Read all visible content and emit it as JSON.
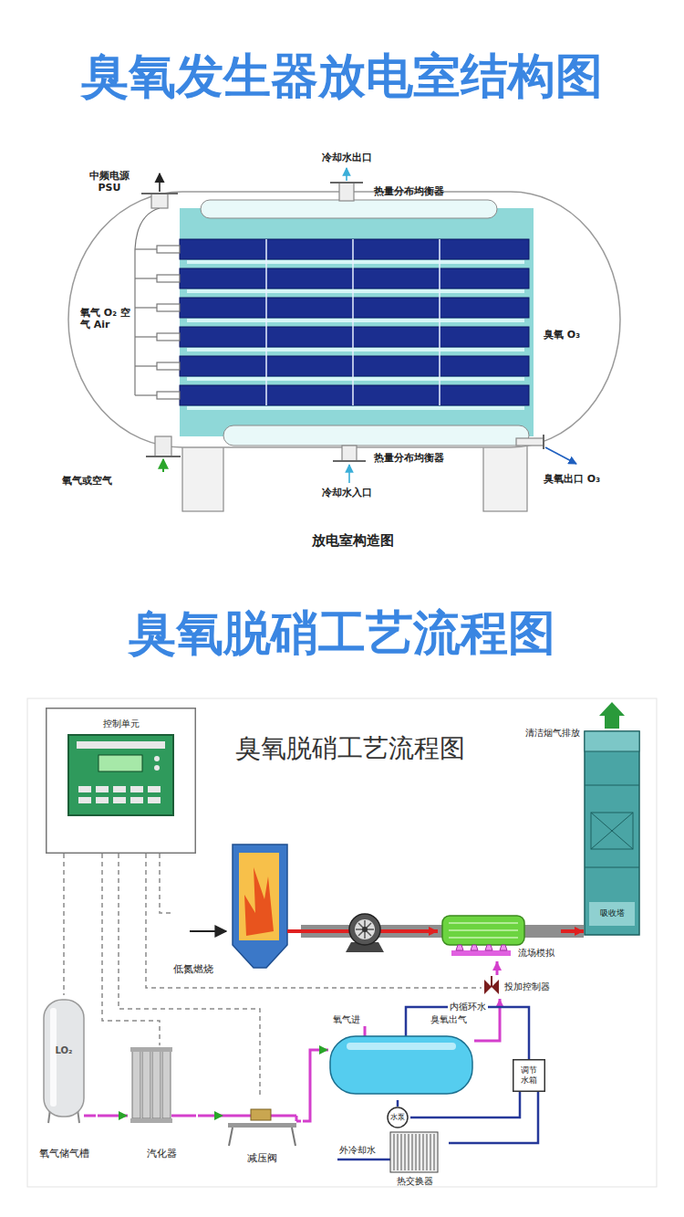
{
  "diagram": {
    "title": "臭氧发生器放电室结构图",
    "caption": "放电室构造图",
    "nodes": [
      {
        "text": [
          "控制单元"
        ]
      },
      {
        "text": [
          "低氮燃烧"
        ]
      },
      {
        "text": [
          "流场模拟"
        ]
      },
      {
        "text": [
          "吸收塔"
        ]
      },
      {
        "text": [
          "投加控制器"
        ]
      },
      {
        "text": [
          "氧气进",
          "臭氧出气"
        ]
      },
      {
        "text": [
          "调节水箱"
        ]
      },
      {
        "text": [
          "水泵"
        ]
      },
      {
        "text": [
          "热交换器"
        ]
      },
      {
        "text": [
          "LO₂",
          "氧气储气槽"
        ]
      },
      {
        "text": [
          "汽化器"
        ]
      },
      {
        "text": [
          "减压阀"
        ]
      }
    ],
    "edges": [
      {
        "from": 1,
        "to": 2,
        "arrow": "to"
      },
      {
        "from": 2,
        "to": 3,
        "arrow": "to"
      },
      {
        "from": 9,
        "to": 10,
        "arrow": "to"
      },
      {
        "from": 10,
        "to": 11,
        "arrow": "to"
      },
      {
        "from": 11,
        "to": 5,
        "arrow": "to"
      },
      {
        "from": 5,
        "to": 4,
        "arrow": "to"
      },
      {
        "from": 4,
        "to": 2,
        "arrow": "to"
      },
      {
        "from": 5,
        "to": 6,
        "label": "内循环水",
        "arrow": "none"
      },
      {
        "from": 6,
        "to": 7,
        "arrow": "none"
      },
      {
        "from": 7,
        "to": 5,
        "arrow": "none"
      },
      {
        "from": 8,
        "to": 6,
        "arrow": "none"
      },
      {
        "from": 0,
        "to": 1,
        "arrow": "none"
      },
      {
        "from": 0,
        "to": 4,
        "arrow": "none"
      },
      {
        "from": 0,
        "to": 11,
        "arrow": "none"
      },
      {
        "from": 0,
        "to": 10,
        "arrow": "none"
      },
      {
        "from": 0,
        "to": 9,
        "arrow": "none"
      }
    ],
    "labels": [
      "中频电源 PSU",
      "冷却水出口",
      "热量分布均衡器",
      "氧气 O₂ 空气 Air",
      "臭氧 O₃",
      "氧气或空气",
      "热量分布均衡器",
      "冷却水入口",
      "臭氧出口 O₃",
      "臭氧脱硝工艺流程图",
      "臭氧脱硝工艺流程图",
      "清洁烟气排放",
      "外冷却水"
    ]
  }
}
